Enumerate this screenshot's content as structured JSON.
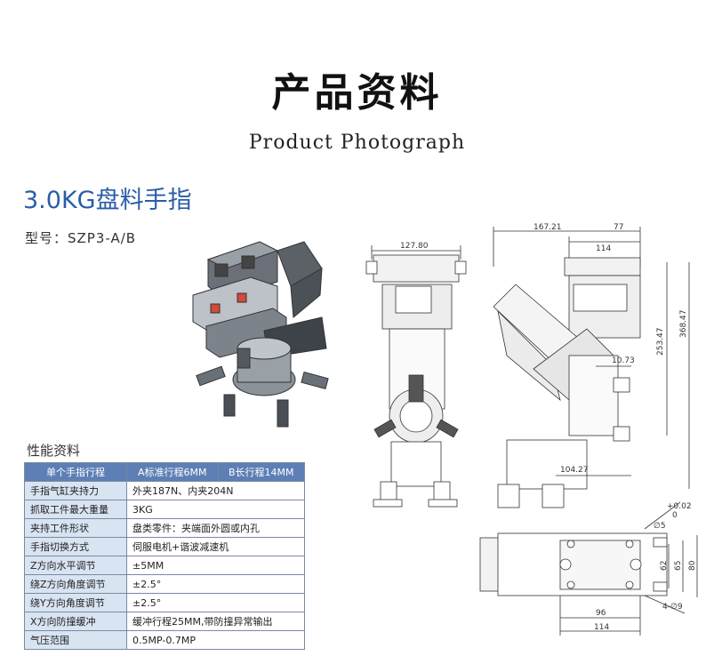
{
  "header": {
    "title_cn": "产品资料",
    "title_en": "Product Photograph"
  },
  "product": {
    "name": "3.0KG盘料手指",
    "model": "型号：SZP3-A/B"
  },
  "spec": {
    "title": "性能资料",
    "header_row": {
      "label": "单个手指行程",
      "a": "A标准行程6MM",
      "b": "B长行程14MM"
    },
    "rows": [
      {
        "label": "手指气缸夹持力",
        "value": "外夹187N、内夹204N"
      },
      {
        "label": "抓取工件最大重量",
        "value": "3KG"
      },
      {
        "label": "夹持工件形状",
        "value": "盘类零件：夹端面外圆或内孔"
      },
      {
        "label": "手指切换方式",
        "value": "伺服电机+谐波减速机"
      },
      {
        "label": "Z方向水平调节",
        "value": "±5MM"
      },
      {
        "label": "绕Z方向角度调节",
        "value": "±2.5°"
      },
      {
        "label": "绕Y方向角度调节",
        "value": "±2.5°"
      },
      {
        "label": "X方向防撞缓冲",
        "value": "缓冲行程25MM,带防撞异常输出"
      },
      {
        "label": "气压范围",
        "value": "0.5MP-0.7MP"
      }
    ]
  },
  "drawing": {
    "front_width": "127.80",
    "side_width_total": "167.21",
    "side_width_top": "77",
    "side_width_inner": "114",
    "height_mid": "253.47",
    "height_total": "368.47",
    "offset_small": "10.73",
    "offset_base": "104.27",
    "bottom_width_a": "96",
    "bottom_width_b": "114",
    "bottom_h1": "62",
    "bottom_h2": "65",
    "bottom_h3": "80",
    "hole_dia": "∅5",
    "hole_tol": "+0.02",
    "hole_tol2": "0",
    "hole_dia2": "4-∅9"
  }
}
